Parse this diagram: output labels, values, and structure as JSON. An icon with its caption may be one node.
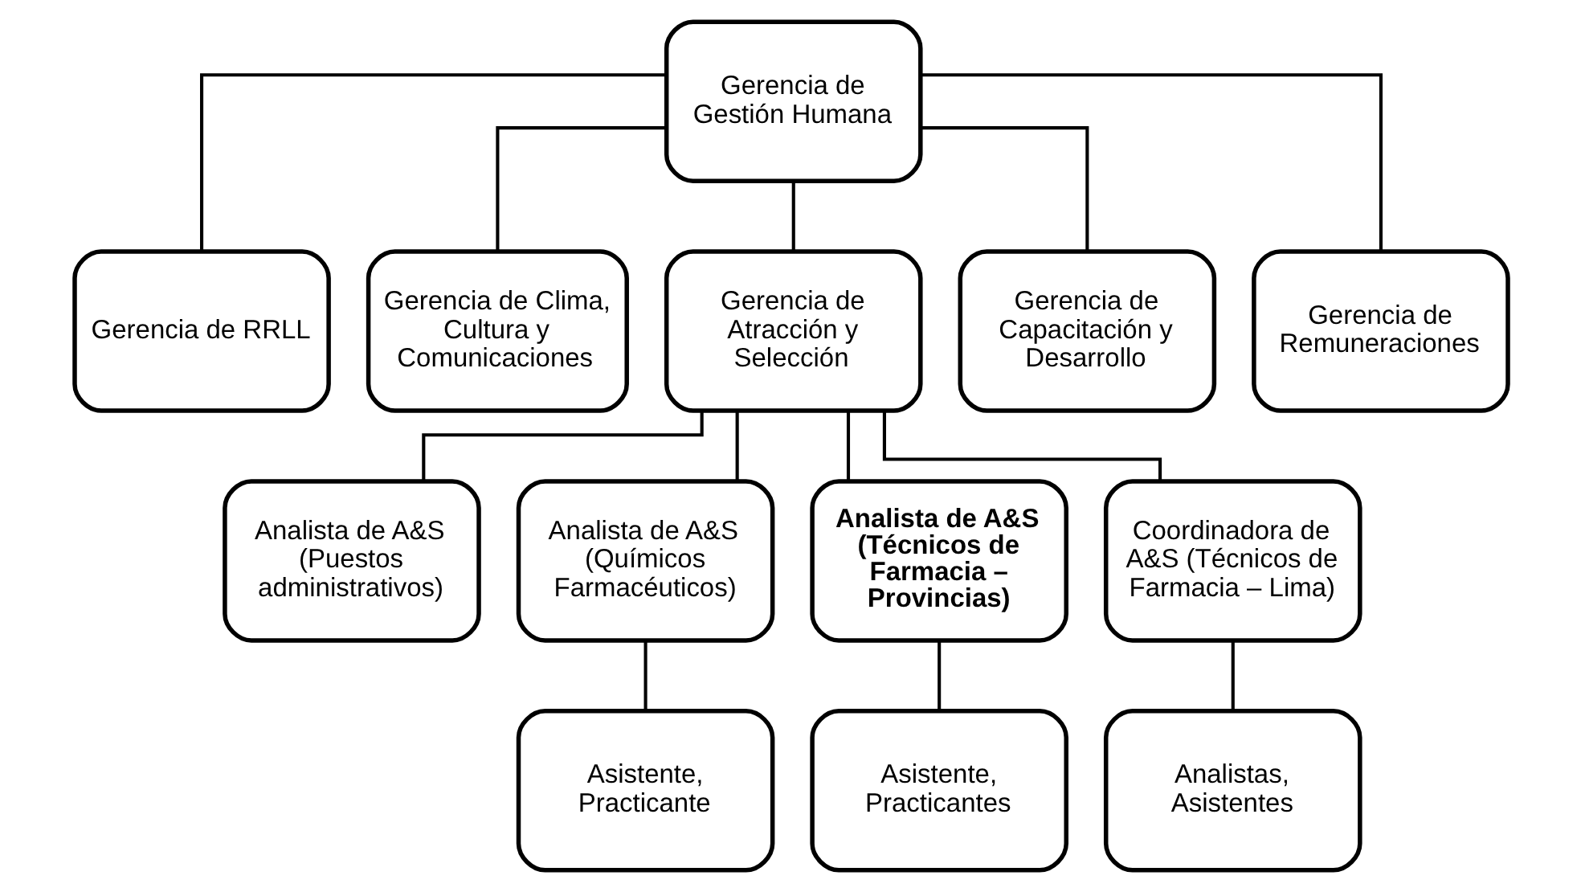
{
  "diagram": {
    "nodes": [
      {
        "text": [
          "Gerencia de Gestión Humana"
        ]
      },
      {
        "text": [
          "Gerencia de RRLL"
        ]
      },
      {
        "text": [
          "Gerencia de Clima, Cultura y Comunicaciones"
        ]
      },
      {
        "text": [
          "Gerencia de Atracción y Selección"
        ]
      },
      {
        "text": [
          "Gerencia de Capacitación y Desarrollo"
        ]
      },
      {
        "text": [
          "Gerencia de Remuneraciones"
        ]
      },
      {
        "text": [
          "Analista de A&S (Puestos administrativos)"
        ]
      },
      {
        "text": [
          "Analista de A&S (Químicos Farmacéuticos)"
        ]
      },
      {
        "text": [
          "Analista de A&S (Técnicos de Farmacia – Provincias)"
        ]
      },
      {
        "text": [
          "Coordinadora de A&S (Técnicos de Farmacia – Lima)"
        ]
      },
      {
        "text": [
          "Asistente, Practicante"
        ]
      },
      {
        "text": [
          "Asistente, Practicantes"
        ]
      },
      {
        "text": [
          "Analistas, Asistentes"
        ]
      }
    ],
    "edges": [
      {
        "from": 0,
        "to": 1,
        "arrow": "none"
      },
      {
        "from": 0,
        "to": 2,
        "arrow": "none"
      },
      {
        "from": 0,
        "to": 3,
        "arrow": "none"
      },
      {
        "from": 0,
        "to": 4,
        "arrow": "none"
      },
      {
        "from": 0,
        "to": 5,
        "arrow": "none"
      },
      {
        "from": 3,
        "to": 6,
        "arrow": "none"
      },
      {
        "from": 3,
        "to": 7,
        "arrow": "none"
      },
      {
        "from": 3,
        "to": 8,
        "arrow": "none"
      },
      {
        "from": 3,
        "to": 9,
        "arrow": "none"
      },
      {
        "from": 7,
        "to": 10,
        "arrow": "none"
      },
      {
        "from": 8,
        "to": 11,
        "arrow": "none"
      },
      {
        "from": 9,
        "to": 12,
        "arrow": "none"
      }
    ]
  }
}
